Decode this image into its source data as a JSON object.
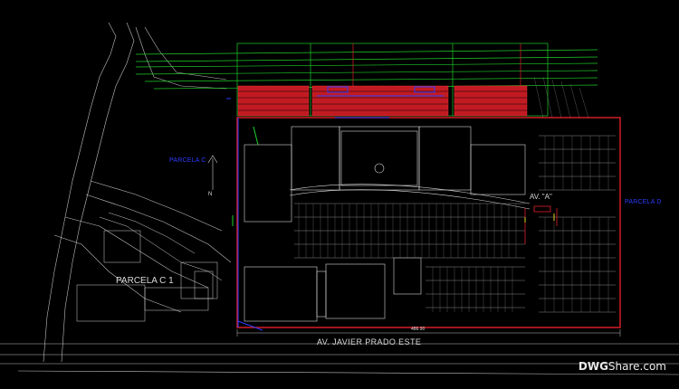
{
  "labels": {
    "parcela_c": "PARCELA C",
    "parcela_c1": "PARCELA C 1",
    "parcela_d": "PARCELA D",
    "avenue_a": "AV. \"A\"",
    "avenue_javier": "AV. JAVIER PRADO ESTE",
    "dimension_bottom": "486.90",
    "north_mark": "N"
  },
  "watermark": {
    "part1": "DWG",
    "part2": "Share.com"
  },
  "colors": {
    "background": "#000000",
    "boundary": "#e0202a",
    "rail": "#1fcf2a",
    "parking_red": "#e0202a",
    "label_blue": "#2d3cff",
    "linework": "#cfcfcf",
    "yellow": "#e6d21e"
  }
}
